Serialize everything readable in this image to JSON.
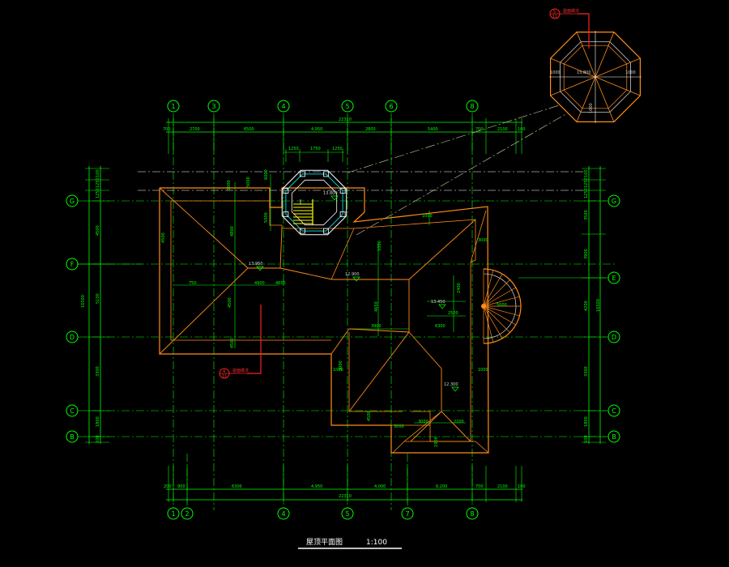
{
  "drawing": {
    "title": "屋顶平面图",
    "scale": "1:100",
    "colors": {
      "background": "#000000",
      "grid": "#00ff00",
      "roof": "#ff8c1a",
      "section_mark": "#ff2020",
      "text": "#ffffff",
      "axis_bubble": "#00ff00",
      "stair": "#ffff00"
    },
    "axes_top": [
      "1",
      "3",
      "4",
      "5",
      "6",
      "8"
    ],
    "axes_bottom": [
      "1",
      "2",
      "4",
      "5",
      "7",
      "8"
    ],
    "axes_left": [
      "G",
      "F",
      "D",
      "C",
      "B"
    ],
    "axes_right": [
      "G",
      "E",
      "D",
      "C",
      "B"
    ],
    "dims_top_total": "22310",
    "dims_top": [
      "700",
      "2700",
      "6500",
      "4,950",
      "2800",
      "5400",
      "700",
      "2100",
      "100"
    ],
    "dims_bottom_total": "22310",
    "dims_bottom": [
      "200",
      "900",
      "6300",
      "4,950",
      "4,000",
      "6,200",
      "700",
      "2100",
      "100"
    ],
    "dims_left_total": "16500",
    "dims_left": [
      "100",
      "1250",
      "1250",
      "4500",
      "5100",
      "3300",
      "1800",
      "100"
    ],
    "dims_right_total": "16500",
    "dims_right": [
      "100",
      "1250",
      "1250",
      "3500",
      "3900",
      "4200",
      "3300",
      "1800",
      "100"
    ],
    "tower_dims": [
      "1250",
      "1750",
      "1250"
    ],
    "interior_dims": [
      "1000",
      "4800",
      "4500",
      "4500",
      "4500",
      "1000",
      "4650",
      "750",
      "4900",
      "4650",
      "3900",
      "3000",
      "2400",
      "2500",
      "6300",
      "3000",
      "1000",
      "1000",
      "3000",
      "2200",
      "3000",
      "1900",
      "4500",
      "5000",
      "1000",
      "5000",
      "6000",
      "5000"
    ],
    "elevations": [
      "13.950",
      "12.900",
      "13.450",
      "13.800",
      "12.300",
      "15.800"
    ],
    "section_marks": [
      {
        "top": "5",
        "bottom": "11",
        "label": "屋面做法"
      },
      {
        "top": "4",
        "bottom": "11",
        "label": "屋面做法"
      }
    ],
    "detail_dims": [
      "1000",
      "15.800",
      "1000",
      "1000"
    ]
  }
}
